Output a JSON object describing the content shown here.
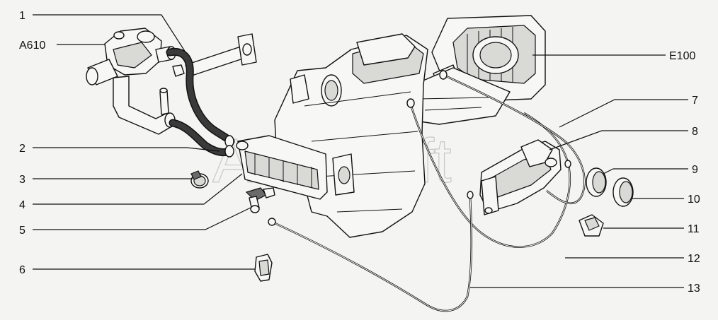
{
  "watermark": "AutoSoft",
  "callouts": {
    "c1": "1",
    "a610": "A610",
    "c2": "2",
    "c3": "3",
    "c4": "4",
    "c5": "5",
    "c6": "6",
    "e100": "E100",
    "c7": "7",
    "c8": "8",
    "c9": "9",
    "c10": "10",
    "c11": "11",
    "c12": "12",
    "c13": "13"
  }
}
